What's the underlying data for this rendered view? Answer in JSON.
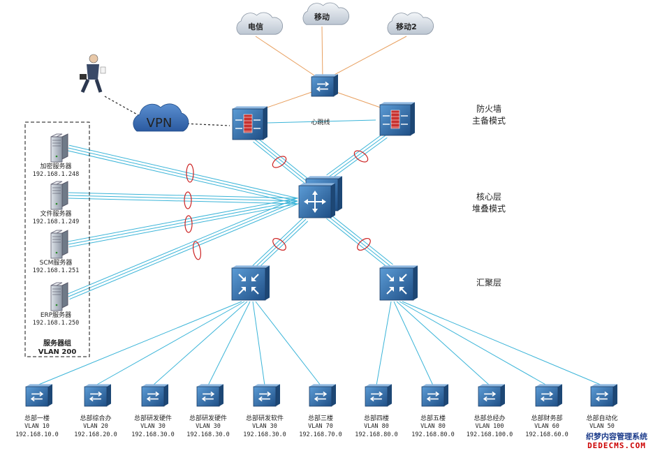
{
  "clouds": [
    {
      "label": "电信"
    },
    {
      "label": "移动"
    },
    {
      "label": "移动2"
    }
  ],
  "vpn": {
    "label": "VPN"
  },
  "heartbeat": {
    "label": "心跳线"
  },
  "layers": {
    "firewall": [
      "防火墙",
      "主备模式"
    ],
    "core": [
      "核心层",
      "堆叠模式"
    ],
    "aggregation": [
      "汇聚层"
    ]
  },
  "servers": [
    {
      "name": "加密服务器",
      "ip": "192.168.1.248"
    },
    {
      "name": "文件服务器",
      "ip": "192.168.1.249"
    },
    {
      "name": "SCM服务器",
      "ip": "192.168.1.251"
    },
    {
      "name": "ERP服务器",
      "ip": "192.168.1.250"
    }
  ],
  "server_group": {
    "title": "服务器组",
    "vlan": "VLAN 200"
  },
  "access_switches": [
    {
      "name": "总部一楼",
      "vlan": "VLAN 10",
      "ip": "192.168.10.0"
    },
    {
      "name": "总部综合办",
      "vlan": "VLAN 20",
      "ip": "192.168.20.0"
    },
    {
      "name": "总部研发硬件",
      "vlan": "VLAN 30",
      "ip": "192.168.30.0"
    },
    {
      "name": "总部研发硬件",
      "vlan": "VLAN 30",
      "ip": "192.168.30.0"
    },
    {
      "name": "总部研发软件",
      "vlan": "VLAN 30",
      "ip": "192.168.30.0"
    },
    {
      "name": "总部三楼",
      "vlan": "VLAN 70",
      "ip": "192.168.70.0"
    },
    {
      "name": "总部四楼",
      "vlan": "VLAN 80",
      "ip": "192.168.80.0"
    },
    {
      "name": "总部五楼",
      "vlan": "VLAN 80",
      "ip": "192.168.80.0"
    },
    {
      "name": "总部总经办",
      "vlan": "VLAN 100",
      "ip": "192.168.100.0"
    },
    {
      "name": "总部财务部",
      "vlan": "VLAN 60",
      "ip": "192.168.60.0"
    },
    {
      "name": "总部自动化",
      "vlan": "VLAN 50",
      "ip": ""
    }
  ],
  "watermark": {
    "line1": "织梦内容管理系统",
    "line2": "DEDECMS.COM"
  },
  "colors": {
    "link": "#3ab4d8",
    "uplink": "#e8a060",
    "lag": "#cc2222",
    "device": "#2e6fa8"
  }
}
